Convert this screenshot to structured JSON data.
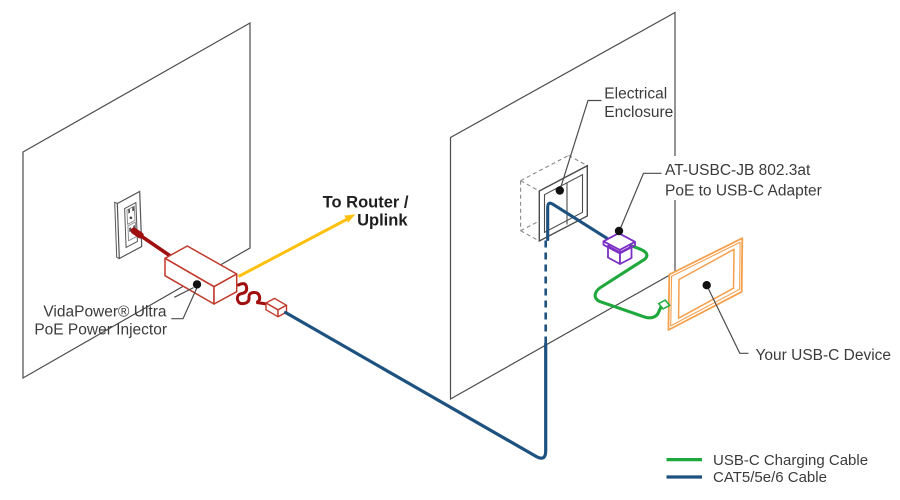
{
  "labels": {
    "router_uplink": {
      "line1": "To Router /",
      "line2": "Uplink"
    },
    "injector": {
      "line1": "VidaPower® Ultra",
      "line2": "PoE Power Injector"
    },
    "enclosure": {
      "line1": "Electrical",
      "line2": "Enclosure"
    },
    "adapter": {
      "line1": "AT-USBC-JB 802.3at",
      "line2": "PoE to USB-C Adapter"
    },
    "device": {
      "line1": "Your USB-C Device"
    }
  },
  "legend": {
    "items": [
      {
        "label": "USB-C Charging Cable",
        "color": "#1FA83C"
      },
      {
        "label": "CAT5/5e/6 Cable",
        "color": "#1D5180"
      }
    ]
  },
  "colors": {
    "cat5_cable": "#1D5180",
    "usbc_cable": "#1FA83C",
    "uplink_cable": "#FFC10E",
    "power_cable": "#A00F0F",
    "injector_outline": "#C0392B",
    "adapter_outline": "#7B2FC4",
    "device_outline": "#F5A04C",
    "wall_line": "#4C4C4C",
    "label_text": "#3B3B3B"
  }
}
